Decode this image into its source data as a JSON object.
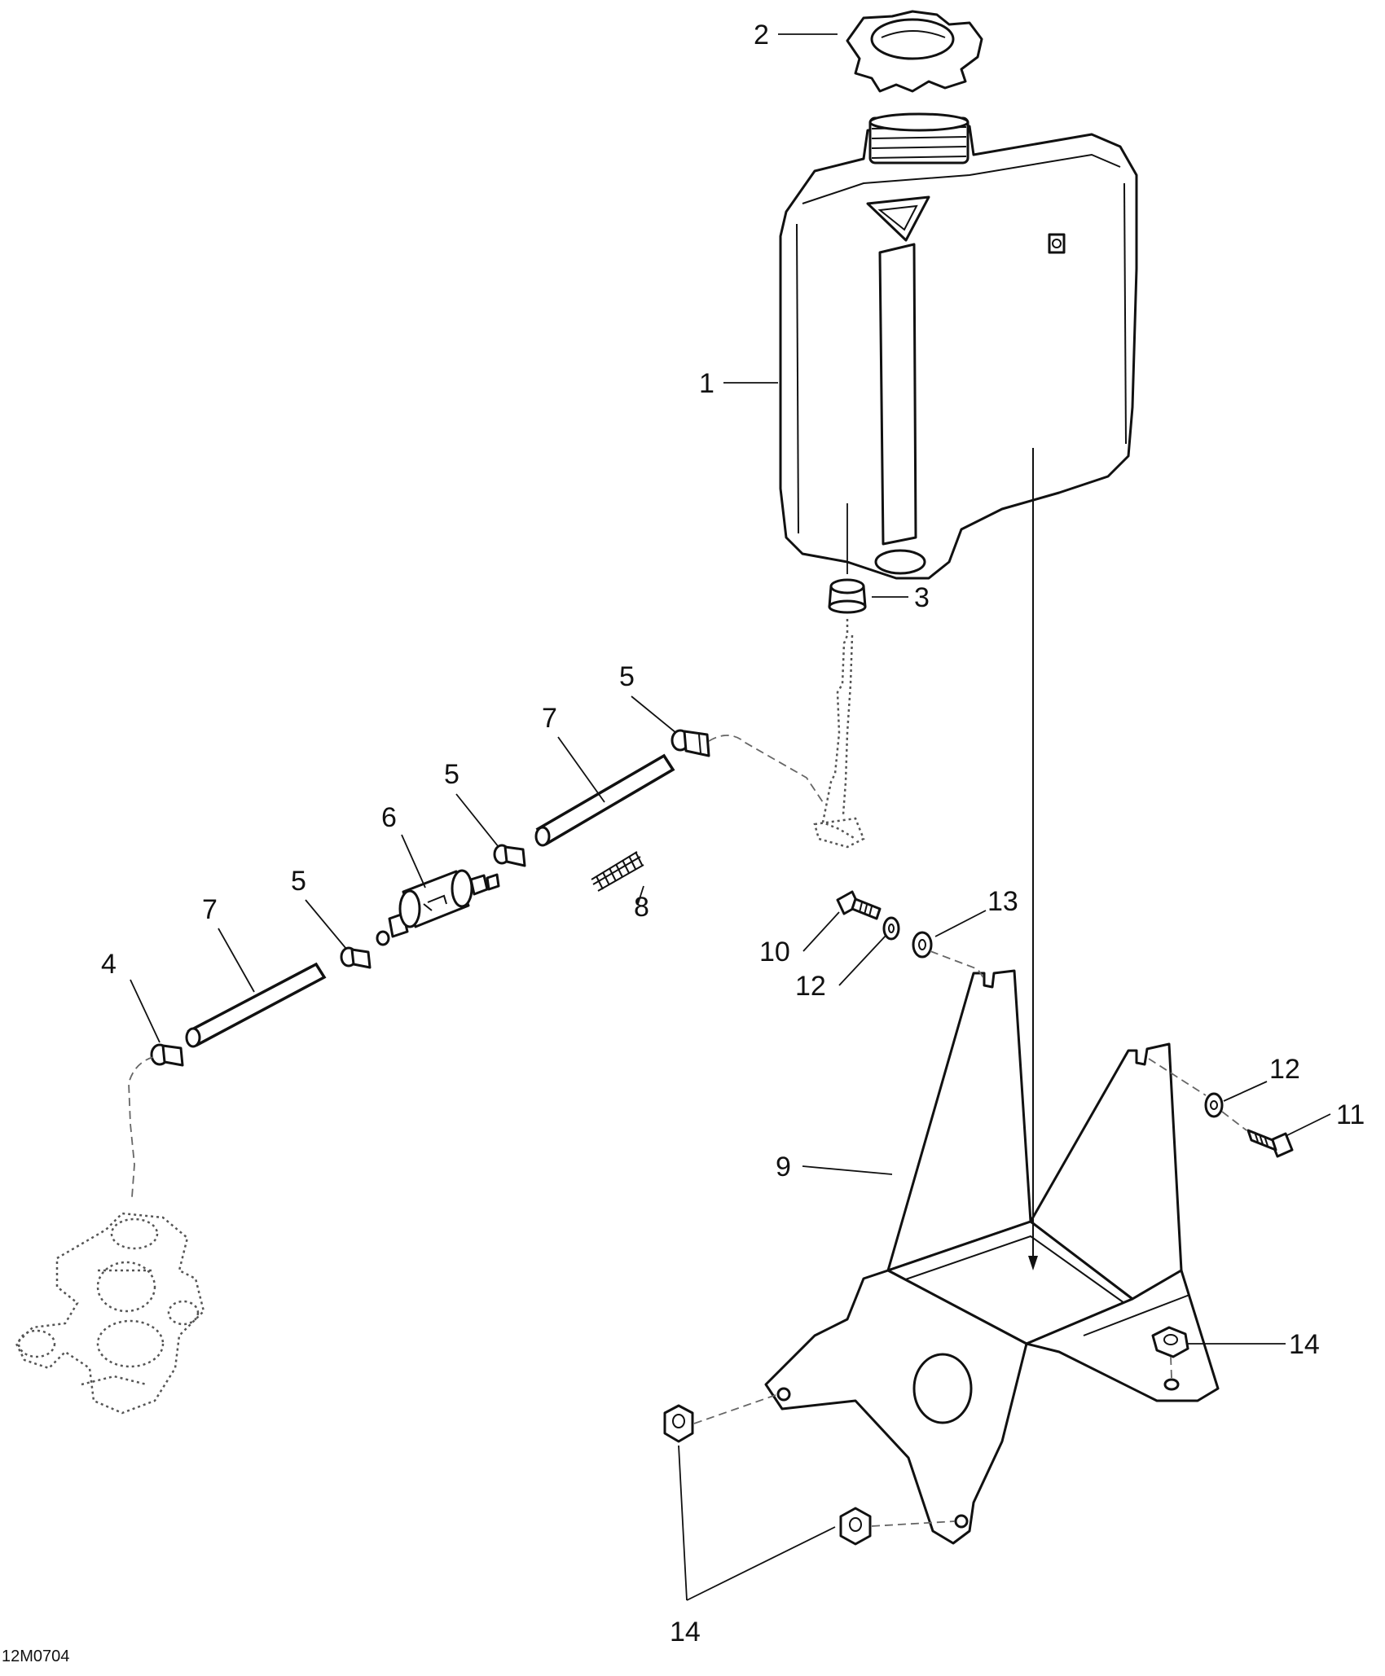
{
  "figure_code": "12M0704",
  "callouts": {
    "c1": "1",
    "c2": "2",
    "c3": "3",
    "c4": "4",
    "c5a": "5",
    "c5b": "5",
    "c5c": "5",
    "c6": "6",
    "c7a": "7",
    "c7b": "7",
    "c8": "8",
    "c9": "9",
    "c10": "10",
    "c11": "11",
    "c12a": "12",
    "c12b": "12",
    "c13": "13",
    "c14a": "14",
    "c14b": "14"
  },
  "colors": {
    "ink": "#111111",
    "background": "#ffffff",
    "phantom": "#666666"
  }
}
